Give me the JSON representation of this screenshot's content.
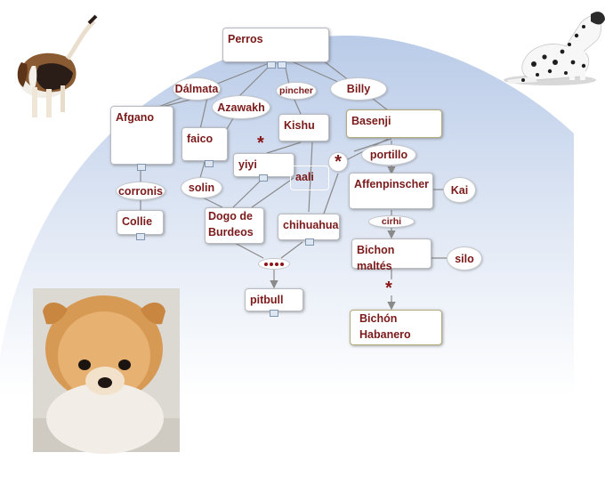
{
  "nodes": {
    "perros": "Perros",
    "afgano": "Afgano",
    "faico": "faico",
    "yiyi": "yiyi",
    "kishu": "Kishu",
    "basenji": "Basenji",
    "collie": "Collie",
    "dogo": "Dogo de Burdeos",
    "aali": "aali",
    "chihuahua": "chihuahua",
    "affenpinscher": "Affenpinscher",
    "bichon_maltes": "Bichon maltés",
    "bichon_habanero": "Bichón Habanero",
    "pitbull": "pitbull"
  },
  "links": {
    "dalmata": "Dálmata",
    "azawakh": "Azawakh",
    "pincher": "pincher",
    "billy": "Billy",
    "corronis": "corronis",
    "solin": "solin",
    "portillo": "portillo",
    "kai": "Kai",
    "cirhi": "cirhi",
    "silo": "silo",
    "star_symbol": "*"
  },
  "colors": {
    "label_text": "#7a1a1a",
    "line": "#8a8a8a",
    "arc_fill": "#cdd9ee"
  }
}
